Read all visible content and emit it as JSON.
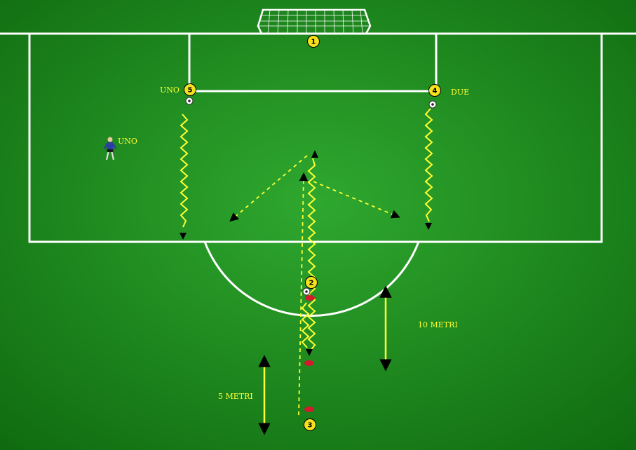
{
  "colors": {
    "grass_light": "#2fa82f",
    "grass_dark": "#0f6a0f",
    "lines": "#ffffff",
    "zigzag": "#ffff33",
    "badge": "#f5e11c",
    "cone": "#d01c2c",
    "player_kit": "#2a3fa0"
  },
  "labels": {
    "uno_top": "UNO",
    "due": "DUE",
    "uno_player": "UNO",
    "ten_metri": "10 METRI",
    "five_metri": "5 METRI"
  },
  "badges": [
    "1",
    "2",
    "3",
    "4",
    "5"
  ],
  "icons": {
    "ball": "soccer-ball-icon",
    "player": "player-figure-icon",
    "cone": "cone-marker-icon",
    "goal": "goal-net-icon"
  }
}
